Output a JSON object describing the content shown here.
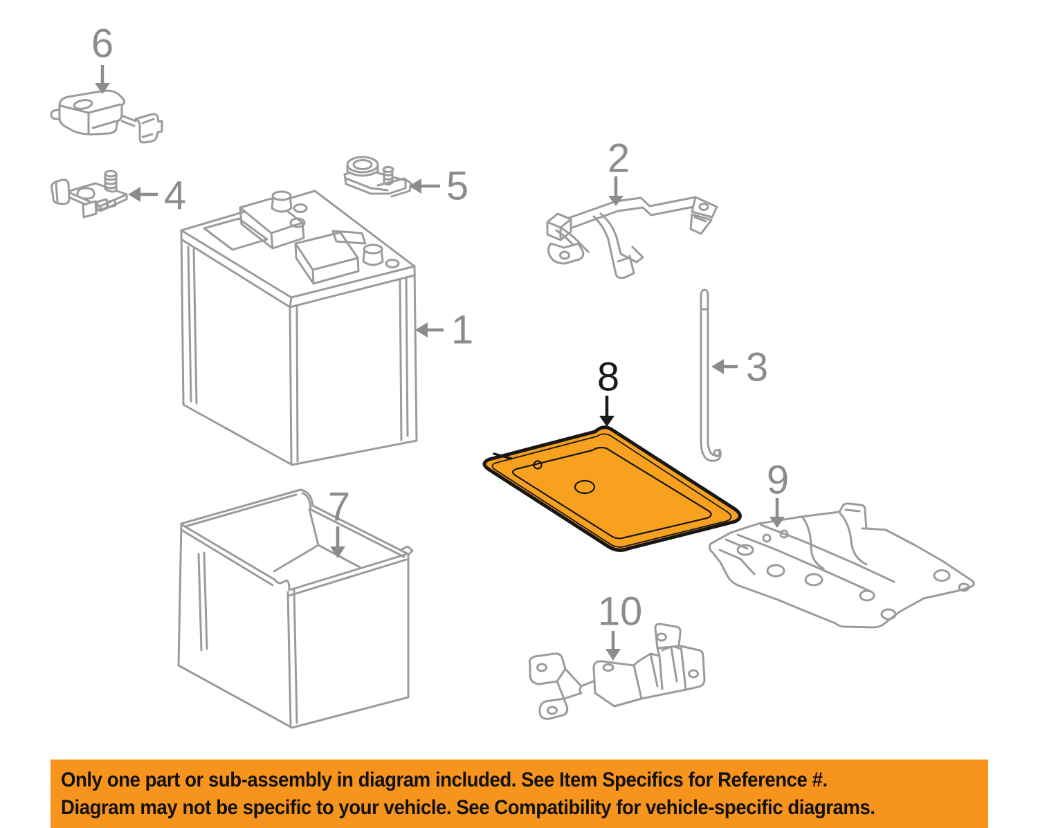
{
  "diagram": {
    "callouts": [
      "1",
      "2",
      "3",
      "4",
      "5",
      "6",
      "7",
      "8",
      "9",
      "10"
    ],
    "highlighted_callout": "8",
    "colors": {
      "line": "#9b9b9b",
      "callout_text": "#8c8c8c",
      "highlight_fill": "#f7a11e",
      "highlight_line": "#161616",
      "banner_background": "#f7941d",
      "banner_text": "#111111"
    }
  },
  "banner": {
    "line1": "Only one part or sub-assembly in diagram included. See Item Specifics for Reference #.",
    "line2": "Diagram may not be specific to your vehicle. See Compatibility for vehicle-specific diagrams."
  }
}
